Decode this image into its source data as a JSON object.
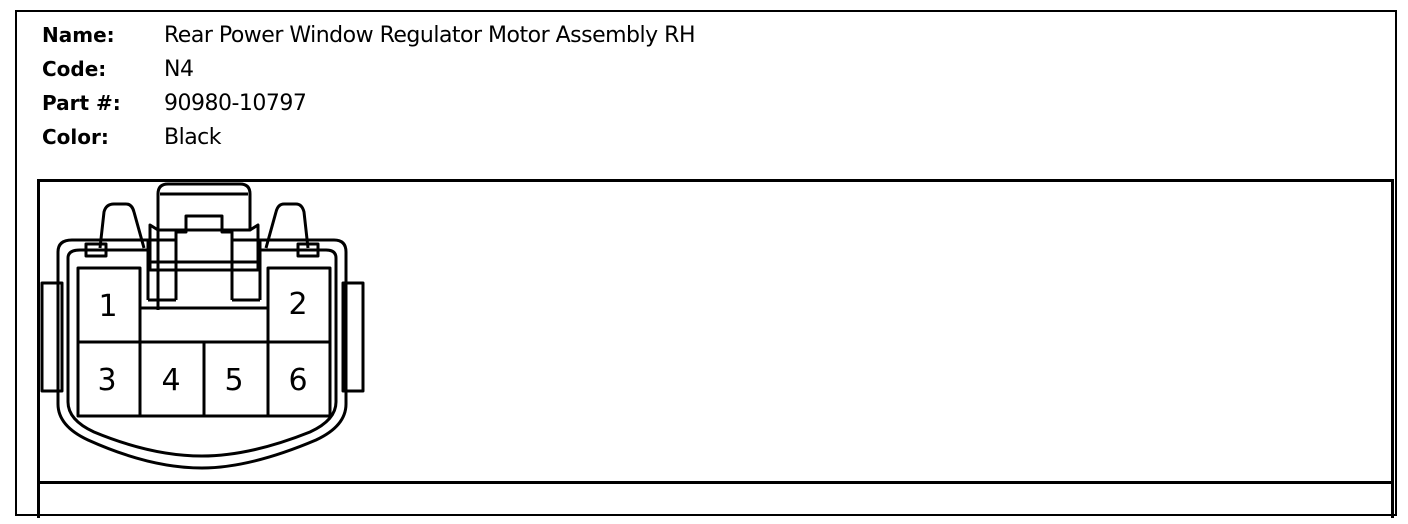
{
  "info": {
    "name_label": "Name:",
    "name_value": "Rear Power Window Regulator Motor Assembly RH",
    "code_label": "Code:",
    "code_value": "N4",
    "part_label": "Part #:",
    "part_value": "90980-10797",
    "color_label": "Color:",
    "color_value": "Black"
  },
  "connector": {
    "pins": [
      "1",
      "2",
      "3",
      "4",
      "5",
      "6"
    ]
  }
}
